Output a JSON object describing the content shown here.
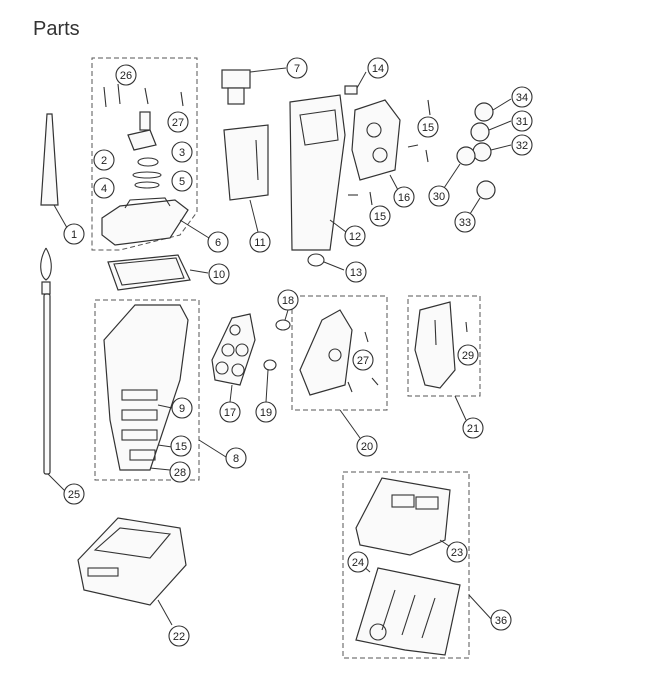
{
  "page": {
    "title": "Parts"
  },
  "callouts": [
    "1",
    "2",
    "3",
    "4",
    "5",
    "6",
    "7",
    "8",
    "9",
    "10",
    "11",
    "12",
    "13",
    "14",
    "15",
    "15",
    "15",
    "16",
    "17",
    "18",
    "19",
    "20",
    "21",
    "22",
    "23",
    "24",
    "25",
    "26",
    "27",
    "27",
    "28",
    "29",
    "30",
    "31",
    "32",
    "33",
    "34",
    "36"
  ],
  "colors": {
    "line": "#333333",
    "background": "#ffffff",
    "title": "#333333"
  }
}
